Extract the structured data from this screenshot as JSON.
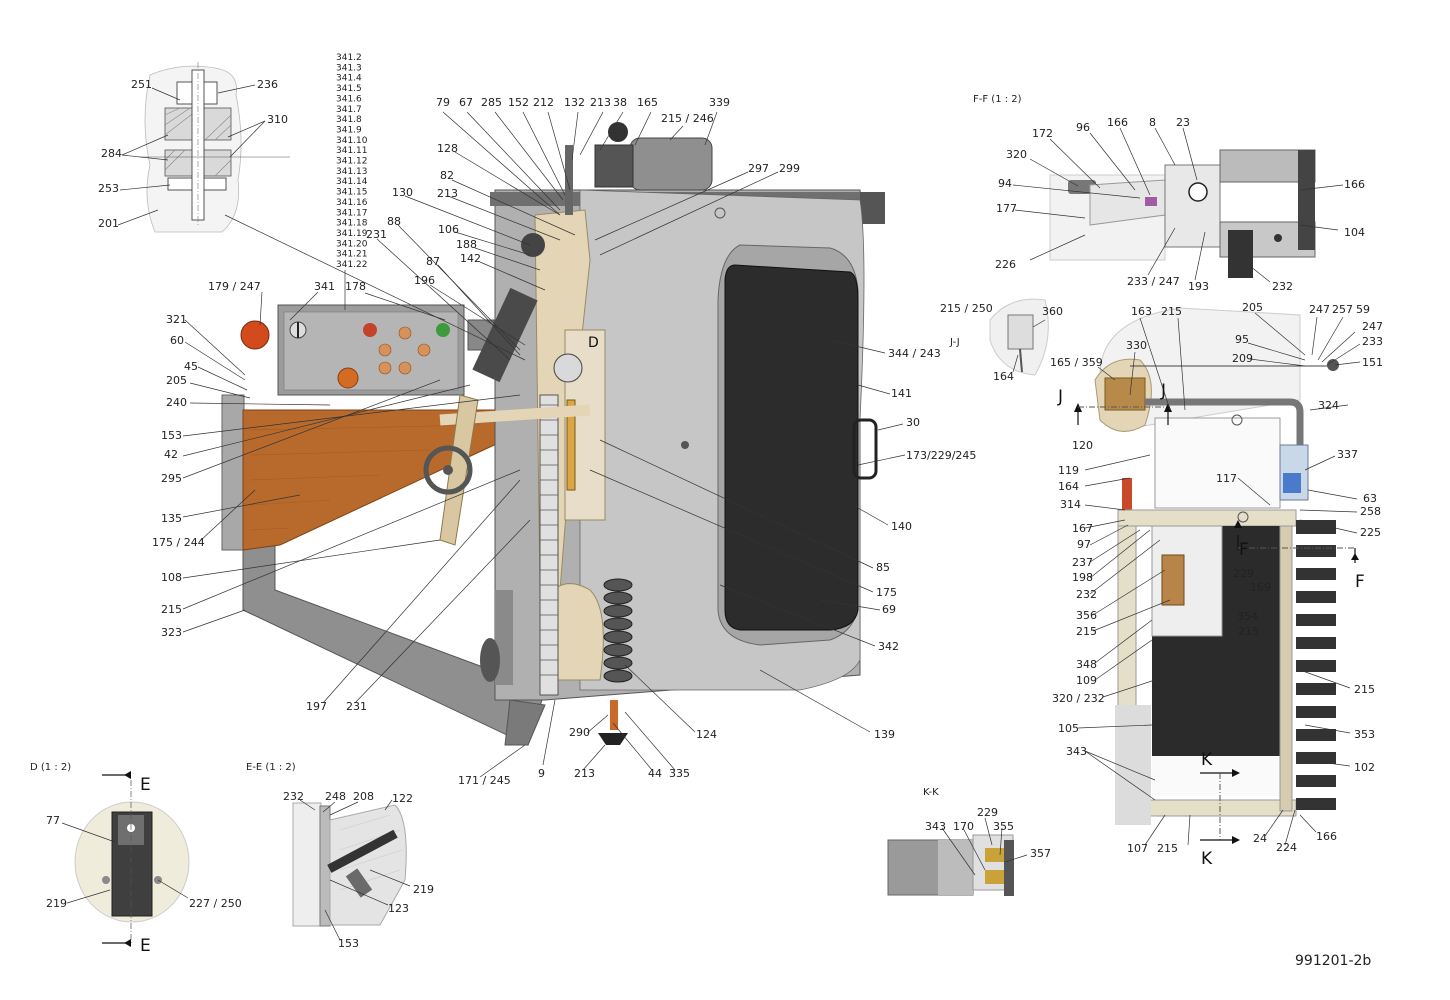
{
  "drawing_number": "991201-2b",
  "views": {
    "d": "D  (1 : 2)",
    "ee": "E-E  (1 : 2)",
    "ff": "F-F  (1 : 2)",
    "jj": "J-J",
    "kk": "K-K"
  },
  "section_markers": [
    "D",
    "E",
    "E",
    "J",
    "J",
    "F",
    "F",
    "K",
    "K"
  ],
  "stack_labels": [
    "341.2",
    "341.3",
    "341.4",
    "341.5",
    "341.6",
    "341.7",
    "341.8",
    "341.9",
    "341.10",
    "341.11",
    "341.12",
    "341.13",
    "341.14",
    "341.15",
    "341.16",
    "341.17",
    "341.18",
    "341.19",
    "341.20",
    "341.21",
    "341.22"
  ],
  "callouts": [
    "251",
    "236",
    "310",
    "284",
    "253",
    "201",
    "79",
    "67",
    "285",
    "152",
    "212",
    "132",
    "213",
    "38",
    "165",
    "215 / 246",
    "339",
    "128",
    "82",
    "213",
    "130",
    "106",
    "188",
    "142",
    "88",
    "231",
    "87",
    "196",
    "297",
    "299",
    "179 / 247",
    "341",
    "178",
    "321",
    "60",
    "45",
    "205",
    "240",
    "153",
    "42",
    "295",
    "135",
    "175 / 244",
    "108",
    "215",
    "323",
    "344 / 243",
    "141",
    "30",
    "173/229/245",
    "140",
    "85",
    "175",
    "69",
    "342",
    "139",
    "197",
    "231",
    "171 / 245",
    "9",
    "290",
    "213",
    "44",
    "335",
    "124",
    "172",
    "96",
    "166",
    "8",
    "23",
    "320",
    "94",
    "177",
    "226",
    "233 / 247",
    "193",
    "232",
    "166",
    "104",
    "215 / 250",
    "360",
    "164",
    "165 / 359",
    "163",
    "215",
    "330",
    "205",
    "247",
    "257",
    "59",
    "247",
    "233",
    "151",
    "95",
    "209",
    "324",
    "120",
    "119",
    "164",
    "314",
    "167",
    "97",
    "237",
    "198",
    "232",
    "356",
    "215",
    "348",
    "109",
    "320 / 232",
    "105",
    "343",
    "107",
    "215",
    "24",
    "224",
    "166",
    "102",
    "353",
    "215",
    "225",
    "258",
    "63",
    "337",
    "117",
    "229",
    "169",
    "354",
    "215",
    "77",
    "219",
    "227 / 250",
    "232",
    "248",
    "208",
    "122",
    "219",
    "123",
    "153",
    "343",
    "170",
    "229",
    "355",
    "357"
  ]
}
